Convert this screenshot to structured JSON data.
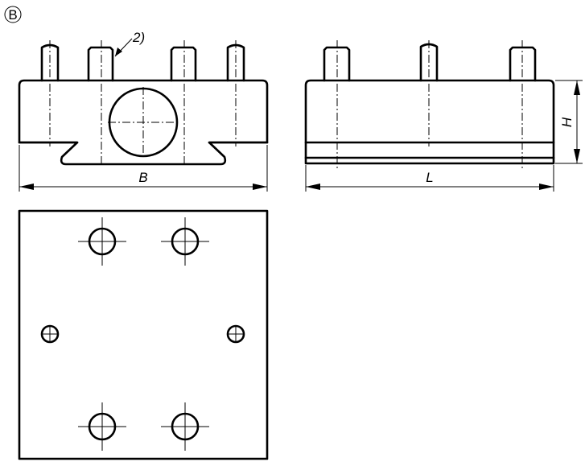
{
  "drawing": {
    "view_label": "B",
    "note_reference": "2)",
    "dimensions": {
      "width": "B",
      "length": "L",
      "height": "H"
    },
    "views": [
      {
        "name": "front-view",
        "pins": 4,
        "center_bore": true,
        "dovetail_base": true
      },
      {
        "name": "side-view",
        "pins": 3
      },
      {
        "name": "top-view",
        "large_holes": 4,
        "small_holes": 2
      }
    ],
    "colors": {
      "line": "#000000",
      "background": "#ffffff"
    }
  }
}
